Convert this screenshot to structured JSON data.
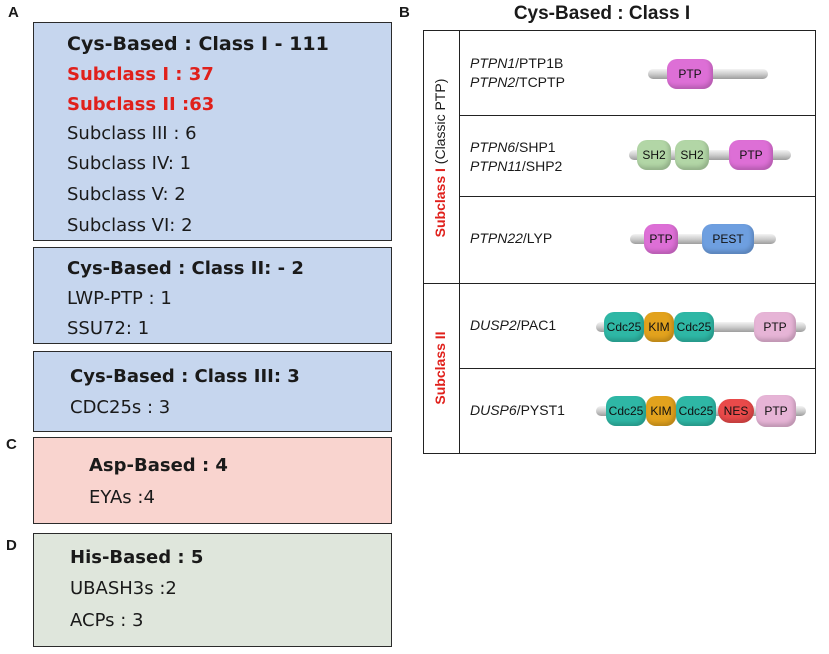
{
  "panels": {
    "a": "A",
    "b": "B",
    "c": "C",
    "d": "D"
  },
  "panel_a": {
    "class1": {
      "title": "Cys-Based : Class I -  111",
      "subclasses": [
        {
          "text": "Subclass I : 37",
          "highlight": true
        },
        {
          "text": "Subclass II :63",
          "highlight": true
        },
        {
          "text": "Subclass III : 6",
          "highlight": false
        },
        {
          "text": "Subclass IV: 1",
          "highlight": false
        },
        {
          "text": "Subclass V:  2",
          "highlight": false
        },
        {
          "text": "Subclass VI: 2",
          "highlight": false
        }
      ]
    },
    "class2": {
      "title": "Cys-Based : Class II: - 2",
      "items": [
        "LWP-PTP : 1",
        "SSU72: 1"
      ]
    },
    "class3": {
      "title": "Cys-Based : Class III:  3",
      "items": [
        "CDC25s : 3"
      ]
    }
  },
  "panel_c": {
    "title": "Asp-Based :  4",
    "items": [
      "EYAs :4"
    ]
  },
  "panel_d": {
    "title": "His-Based :  5",
    "items": [
      "UBASH3s :2",
      "ACPs : 3"
    ]
  },
  "panel_b": {
    "title": "Cys-Based : Class I",
    "group1": {
      "label_red": "Subclass I",
      "label_paren": "(Classic PTP)"
    },
    "group2": {
      "label_red": "Subclass II"
    },
    "rows": [
      {
        "lines": [
          {
            "gene": "PTPN1",
            "protein": "/PTP1B"
          },
          {
            "gene": "PTPN2",
            "protein": "/TCPTP"
          }
        ],
        "domains": [
          "PTP"
        ]
      },
      {
        "lines": [
          {
            "gene": "PTPN6",
            "protein": "/SHP1"
          },
          {
            "gene": "PTPN11",
            "protein": "/SHP2"
          }
        ],
        "domains": [
          "SH2",
          "SH2",
          "PTP"
        ]
      },
      {
        "lines": [
          {
            "gene": "PTPN22",
            "protein": "/LYP"
          }
        ],
        "domains": [
          "PTP",
          "PEST"
        ]
      },
      {
        "lines": [
          {
            "gene": "DUSP2",
            "protein": "/PAC1"
          }
        ],
        "domains": [
          "Cdc25",
          "KIM",
          "Cdc25",
          "PTP"
        ]
      },
      {
        "lines": [
          {
            "gene": "DUSP6",
            "protein": "/PYST1"
          }
        ],
        "domains": [
          "Cdc25",
          "KIM",
          "Cdc25",
          "NES",
          "PTP"
        ]
      }
    ]
  },
  "colors": {
    "box_blue": "#c6d6ee",
    "box_pink": "#f9d4cf",
    "box_green": "#dfe6dc",
    "highlight_red": "#e0201b",
    "ptp_magenta": "#dd6fd6",
    "ptp_light": "#e6b4d6",
    "sh2_green": "#b2d6a6",
    "pest_blue": "#6e9fe0",
    "cdc25_teal": "#2eb7a5",
    "kim_orange": "#e2a21d",
    "nes_red": "#e94a4a"
  }
}
